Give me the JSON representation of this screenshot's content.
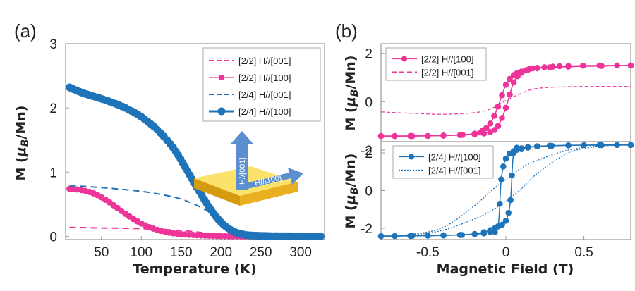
{
  "panel_labels": [
    "(a)",
    "(b)"
  ],
  "colors": {
    "magenta": "#ee3399",
    "blue": "#1f73b8",
    "inset_arrow": "#5b8fd0",
    "slab_top": "#fbe26a",
    "slab_side": "#e8b020",
    "slab_front": "#d69a10"
  },
  "inset": {
    "arrow_up_label": "H//[001]",
    "arrow_right_label": "H//[100]"
  },
  "chart_data": [
    {
      "id": "a",
      "type": "line",
      "xlabel": "Temperature (K)",
      "ylabel_parts": [
        "M (",
        "μ",
        "B",
        "/Mn)"
      ],
      "xlim": [
        5,
        330
      ],
      "ylim": [
        -0.05,
        3
      ],
      "xticks": [
        50,
        100,
        150,
        200,
        250,
        300
      ],
      "yticks": [
        0,
        1,
        2,
        3
      ],
      "legend_position": "top-right",
      "series": [
        {
          "name": "[2/2] H//[001]",
          "color": "#ee3399",
          "style": "dashed",
          "x": [
            10,
            50,
            100,
            150,
            175,
            200,
            220
          ],
          "y": [
            0.14,
            0.13,
            0.12,
            0.09,
            0.06,
            0.03,
            0.0
          ]
        },
        {
          "name": "[2/2] H//[100]",
          "color": "#ee3399",
          "style": "markers-thin",
          "x": [
            10,
            25,
            40,
            55,
            70,
            85,
            100,
            115,
            130,
            145,
            160,
            175,
            190,
            205,
            220,
            235,
            250
          ],
          "y": [
            0.74,
            0.72,
            0.67,
            0.57,
            0.44,
            0.31,
            0.2,
            0.12,
            0.07,
            0.04,
            0.025,
            0.015,
            0.008,
            0.004,
            0.002,
            0.001,
            0.0
          ]
        },
        {
          "name": "[2/4] H//[001]",
          "color": "#1f73b8",
          "style": "dashed",
          "x": [
            10,
            50,
            100,
            130,
            150,
            170,
            185,
            200,
            215,
            230,
            250
          ],
          "y": [
            0.79,
            0.76,
            0.7,
            0.64,
            0.58,
            0.48,
            0.38,
            0.25,
            0.12,
            0.04,
            0.0
          ]
        },
        {
          "name": "[2/4] H//[100]",
          "color": "#1f73b8",
          "style": "markers-thick",
          "x": [
            10,
            25,
            40,
            60,
            80,
            100,
            120,
            140,
            155,
            170,
            185,
            200,
            215,
            230,
            245,
            260,
            280,
            300,
            325
          ],
          "y": [
            2.32,
            2.24,
            2.18,
            2.1,
            2.0,
            1.86,
            1.66,
            1.38,
            1.08,
            0.76,
            0.46,
            0.22,
            0.08,
            0.025,
            0.01,
            0.005,
            0.002,
            0.0,
            0.0
          ]
        }
      ]
    },
    {
      "id": "b-top",
      "type": "line",
      "xlabel": "",
      "ylabel_parts": [
        "M (",
        "μ",
        "B",
        "/Mn)"
      ],
      "xlim": [
        -0.8,
        0.8
      ],
      "ylim": [
        -1.65,
        2.4
      ],
      "yticks": [
        -2,
        0,
        2
      ],
      "legend_position": "top-left",
      "series": [
        {
          "name": "[2/2] H//[100]",
          "color": "#ee3399",
          "style": "markers-loop",
          "x": [
            -0.8,
            -0.6,
            -0.4,
            -0.2,
            -0.1,
            -0.05,
            0.0,
            0.05,
            0.1,
            0.15,
            0.2,
            0.3,
            0.4,
            0.6,
            0.8
          ],
          "y": [
            -1.42,
            -1.42,
            -1.4,
            -1.35,
            -1.25,
            -1.0,
            -0.25,
            0.8,
            1.2,
            1.35,
            1.4,
            1.45,
            1.48,
            1.5,
            1.5
          ],
          "x_return": [
            0.8,
            0.4,
            0.2,
            0.1,
            0.05,
            0.0,
            -0.05,
            -0.1,
            -0.15,
            -0.2,
            -0.4,
            -0.8
          ],
          "y_return": [
            1.5,
            1.45,
            1.38,
            1.25,
            1.1,
            0.7,
            -0.2,
            -0.9,
            -1.2,
            -1.32,
            -1.4,
            -1.42
          ]
        },
        {
          "name": "[2/2] H//[001]",
          "color": "#ee3399",
          "style": "dashed-thin",
          "x": [
            -0.8,
            -0.6,
            -0.4,
            -0.2,
            -0.1,
            0.0,
            0.1,
            0.2,
            0.4,
            0.6,
            0.8
          ],
          "y": [
            -0.42,
            -0.48,
            -0.52,
            -0.45,
            -0.3,
            0.05,
            0.35,
            0.55,
            0.62,
            0.63,
            0.63
          ]
        }
      ]
    },
    {
      "id": "b-bottom",
      "type": "line",
      "xlabel": "Magnetic Field (T)",
      "ylabel_parts": [
        "M (",
        "μ",
        "B",
        "/Mn)"
      ],
      "xlim": [
        -0.8,
        0.8
      ],
      "ylim": [
        -2.6,
        2.6
      ],
      "xticks": [
        -0.5,
        0,
        0.5
      ],
      "yticks": [
        -2,
        0,
        2
      ],
      "legend_position": "top-left",
      "series": [
        {
          "name": "[2/4] H//[100]",
          "color": "#1f73b8",
          "style": "markers-loop",
          "x": [
            -0.8,
            -0.6,
            -0.4,
            -0.2,
            -0.1,
            -0.05,
            0.0,
            0.03,
            0.05,
            0.1,
            0.2,
            0.4,
            0.6,
            0.8
          ],
          "y": [
            -2.42,
            -2.4,
            -2.38,
            -2.3,
            -2.1,
            -1.9,
            -1.6,
            -0.5,
            2.0,
            2.25,
            2.35,
            2.4,
            2.42,
            2.42
          ],
          "x_return": [
            0.8,
            0.4,
            0.2,
            0.1,
            0.05,
            0.0,
            -0.03,
            -0.05,
            -0.1,
            -0.2,
            -0.4,
            -0.8
          ],
          "y_return": [
            2.42,
            2.4,
            2.35,
            2.2,
            2.1,
            1.7,
            0.6,
            -1.9,
            -2.2,
            -2.32,
            -2.38,
            -2.42
          ]
        },
        {
          "name": "[2/4] H//[001]",
          "color": "#1f73b8",
          "style": "dotted-loop",
          "x": [
            -0.8,
            -0.6,
            -0.4,
            -0.2,
            -0.1,
            0.0,
            0.1,
            0.2,
            0.4,
            0.6,
            0.8
          ],
          "y": [
            -2.42,
            -2.35,
            -2.1,
            -1.5,
            -1.1,
            -0.55,
            0.1,
            0.9,
            2.0,
            2.35,
            2.42
          ],
          "x_return": [
            0.8,
            0.6,
            0.4,
            0.2,
            0.1,
            0.0,
            -0.1,
            -0.2,
            -0.4,
            -0.6,
            -0.8
          ],
          "y_return": [
            2.42,
            2.38,
            2.15,
            1.6,
            1.2,
            0.6,
            -0.05,
            -0.8,
            -1.95,
            -2.32,
            -2.42
          ]
        }
      ]
    }
  ]
}
